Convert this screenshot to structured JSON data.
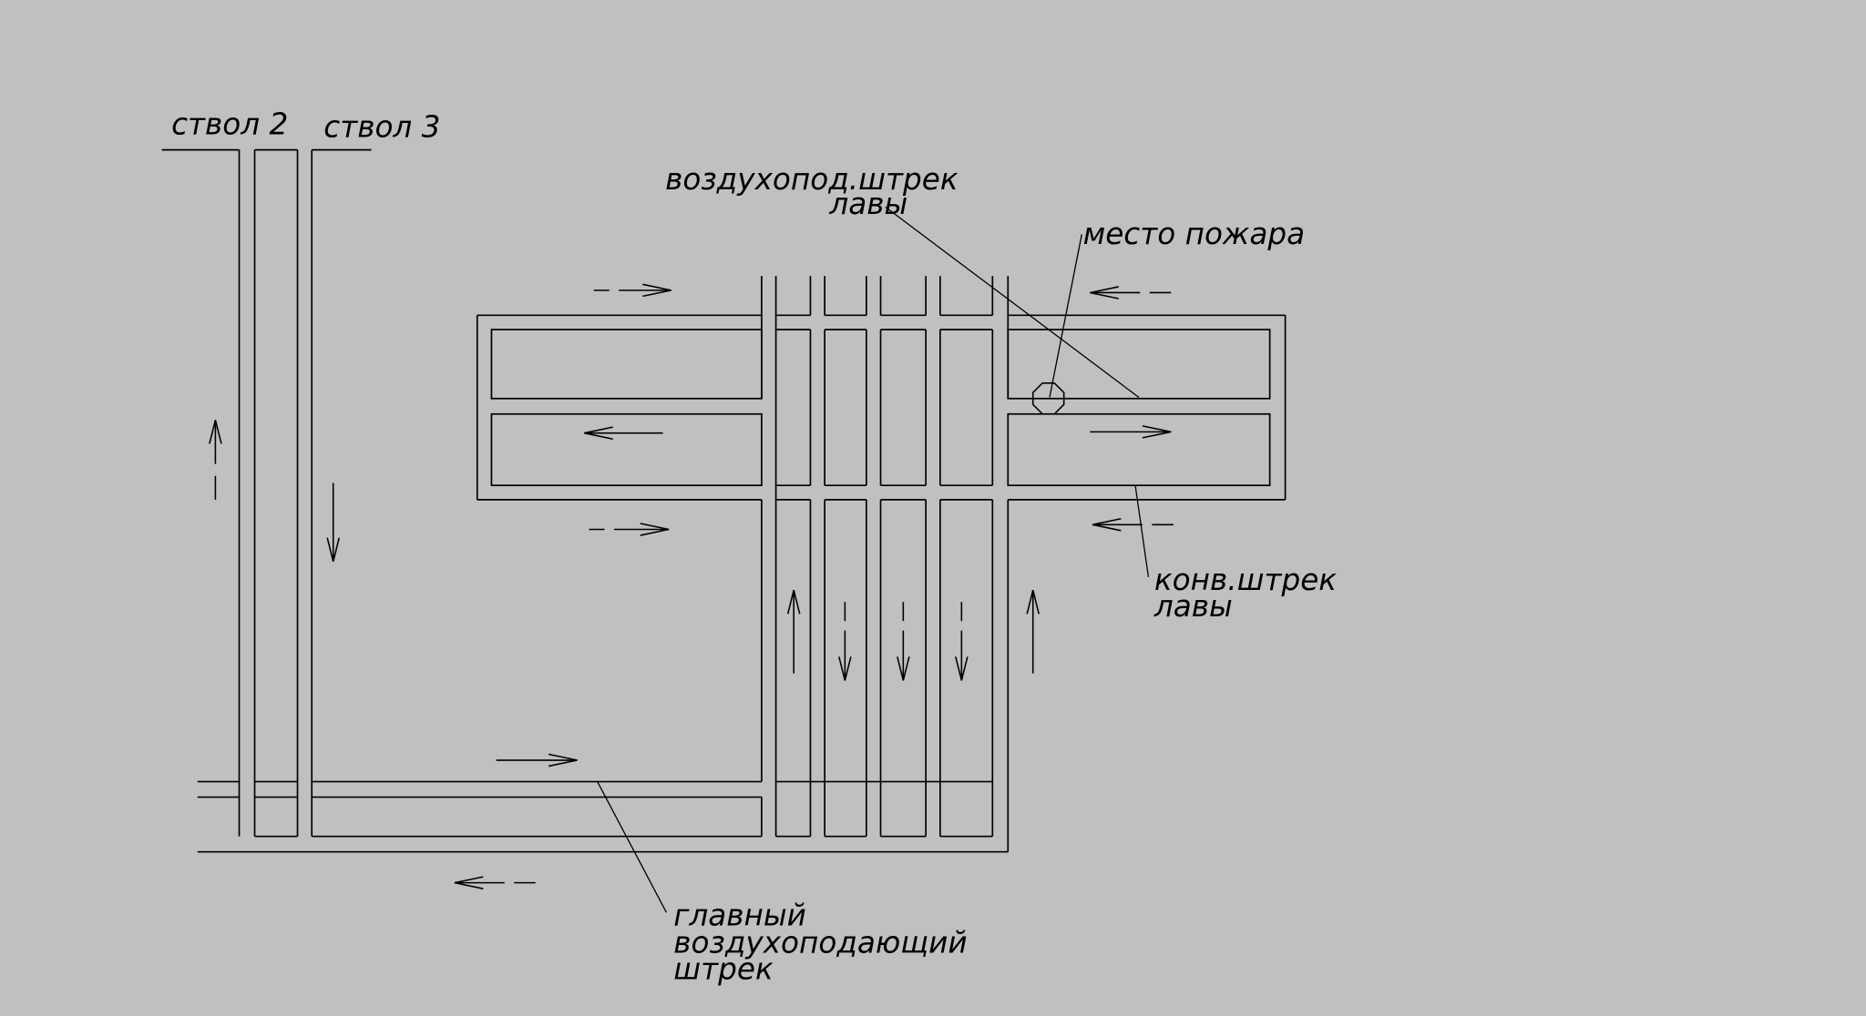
{
  "colors": {
    "background": "#c0c0c0",
    "line": "#000000"
  },
  "labels": {
    "shaft2": "ствол 2",
    "shaft3": "ствол 3",
    "air_drift_line1": "воздухопод.штрек",
    "air_drift_line2": "лавы",
    "fire_place": "место пожара",
    "conveyor_line1": "конв.штрек",
    "conveyor_line2": "лавы",
    "main_line1": "главный",
    "main_line2": "воздухоподающий",
    "main_line3": "штрек"
  },
  "markers": {
    "fire_symbol": "fire-location-circle"
  }
}
